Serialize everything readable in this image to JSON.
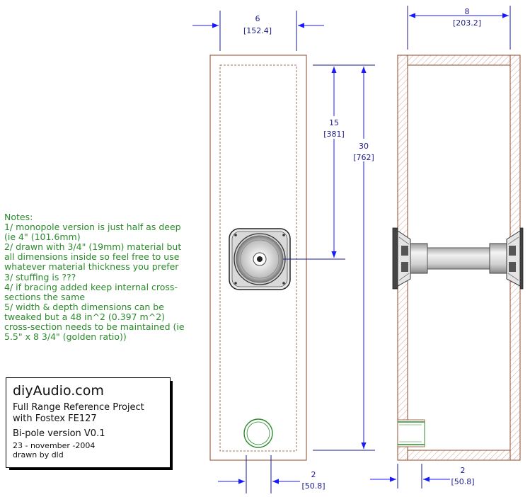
{
  "dimensions": {
    "front_width": {
      "value": "6",
      "metric": "[152.4]"
    },
    "side_depth": {
      "value": "8",
      "metric": "[203.2]"
    },
    "driver_height": {
      "value": "15",
      "metric": "[381]"
    },
    "total_height": {
      "value": "30",
      "metric": "[762]"
    },
    "panel_front": {
      "value": "2",
      "metric": "[50.8]"
    },
    "panel_side": {
      "value": "2",
      "metric": "[50.8]"
    }
  },
  "notes": {
    "heading": "Notes:",
    "lines": [
      "1/ monopole version is just half as deep (ie 4\" (101.6mm)",
      "2/ drawn with 3/4\" (19mm) material but all dimensions inside so feel free to use whatever material thickness you prefer",
      "3/ stuffing is ???",
      "4/ if bracing added keep internal cross-sections the same",
      "5/ width & depth dimensions can be tweaked but a 48 in^2 (0.397 m^2) cross-section needs to be maintained (ie 5.5\" x 8 3/4\" (golden ratio))"
    ]
  },
  "title_block": {
    "site": "diyAudio.com",
    "project": "Full Range Reference Project",
    "driver": "with Fostex FE127",
    "version": "Bi-pole version V0.1",
    "date": "23 - november -2004",
    "author": "drawn by dld"
  },
  "colors": {
    "panel": "#8b4a2a",
    "dimension": "#1a1a8c",
    "arrow": "#1a1aff",
    "notes": "#2a8a2a",
    "port": "#2a8a2a",
    "hatch": "#c0705a"
  }
}
